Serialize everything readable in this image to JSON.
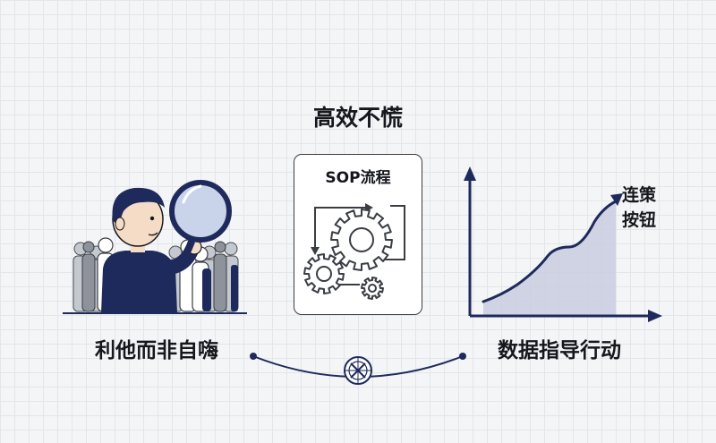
{
  "title": "高效不慌",
  "sop": {
    "label": "SOP流程"
  },
  "left_caption": "利他而非自嗨",
  "right_caption": "数据指导行动",
  "chart": {
    "label_line1": "连策",
    "label_line2": "按钮"
  },
  "colors": {
    "navy": "#1f2a5c",
    "ink": "#15171c",
    "gray_figure": "#a9aeb6",
    "skin": "#f5dcc6",
    "area_fill": "#c9cde0",
    "gear": "#3a3d44"
  },
  "icons": [
    "magnifying-glass-icon",
    "gear-icon",
    "compass-icon",
    "arrow-icon"
  ]
}
